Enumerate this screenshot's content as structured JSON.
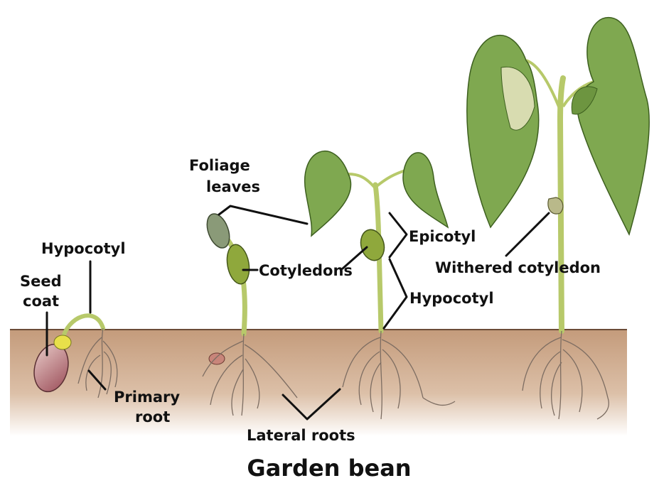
{
  "title": "Garden bean",
  "labels": {
    "hypocotyl_seed": "Hypocotyl",
    "seed": "Seed",
    "coat": "coat",
    "primary": "Primary",
    "root": "root",
    "foliage": "Foliage",
    "leaves": "leaves",
    "cotyledons": "Cotyledons",
    "epicotyl": "Epicotyl",
    "hypocotyl_main": "Hypocotyl",
    "lateral_roots": "Lateral roots",
    "withered_cotyledon": "Withered cotyledon"
  },
  "colors": {
    "soil": "#c9a282",
    "soil_light": "#e6cdb8",
    "leaf": "#7fa850",
    "leaf_dark": "#4e7a2c",
    "stem": "#b7c96a",
    "cotyledon": "#8fa83c",
    "seed_coat": "#b8757a",
    "root": "#f2ece6",
    "ink": "#111111"
  }
}
